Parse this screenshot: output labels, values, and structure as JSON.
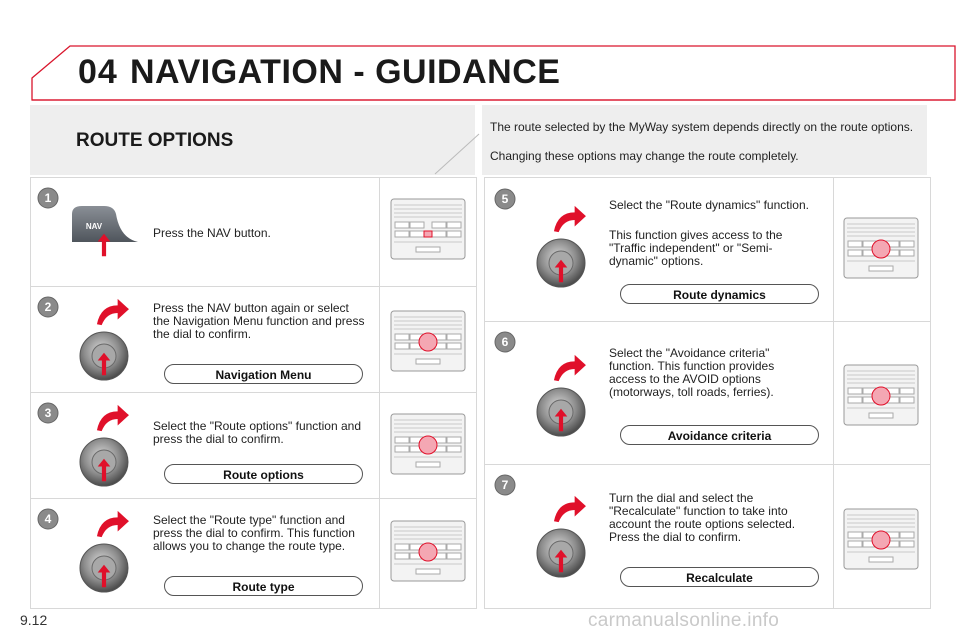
{
  "header": {
    "chapter_number": "04",
    "title": "NAVIGATION - GUIDANCE"
  },
  "section": {
    "title": "ROUTE OPTIONS"
  },
  "intro": {
    "p1": "The route selected by the MyWay system depends directly on the route options.",
    "p2": "Changing these options may change the route completely."
  },
  "steps": [
    {
      "number": "1",
      "text": "Press the NAV button."
    },
    {
      "number": "2",
      "text": "Press the NAV button again or select the Navigation Menu function and press the dial to confirm.",
      "button": "Navigation Menu"
    },
    {
      "number": "3",
      "text": "Select the \"Route options\" function and press the dial to confirm.",
      "button": "Route options"
    },
    {
      "number": "4",
      "text": "Select the \"Route type\" function and press the dial to confirm. This function allows you to change the route type.",
      "button": "Route type"
    },
    {
      "number": "5",
      "text": "Select the \"Route dynamics\" function.",
      "text2": "This function gives access to the \"Traffic independent\" or \"Semi-dynamic\" options.",
      "button": "Route dynamics"
    },
    {
      "number": "6",
      "text": "Select the \"Avoidance criteria\" function. This function provides access to the AVOID options (motorways, toll roads, ferries).",
      "button": "Avoidance criteria"
    },
    {
      "number": "7",
      "text": "Turn the dial and select the \"Recalculate\" function to take into account the route options selected. Press the dial to confirm.",
      "button": "Recalculate"
    }
  ],
  "nav_key_label": "NAV",
  "page_number": "9.12",
  "watermark": "carmanualsonline.info",
  "colors": {
    "badge": "#8a8a8a",
    "arrow_red": "#e0102a",
    "frame_red": "#d9152c",
    "panel_highlight": "#f4a7b3"
  },
  "icons": {
    "badge": "numbered-circle",
    "nav_key": "nav-key-icon",
    "dial": "dial-knob-icon",
    "curved_arrow": "curved-arrow-icon",
    "press_arrow": "press-arrow-icon",
    "panel": "control-panel-icon"
  }
}
